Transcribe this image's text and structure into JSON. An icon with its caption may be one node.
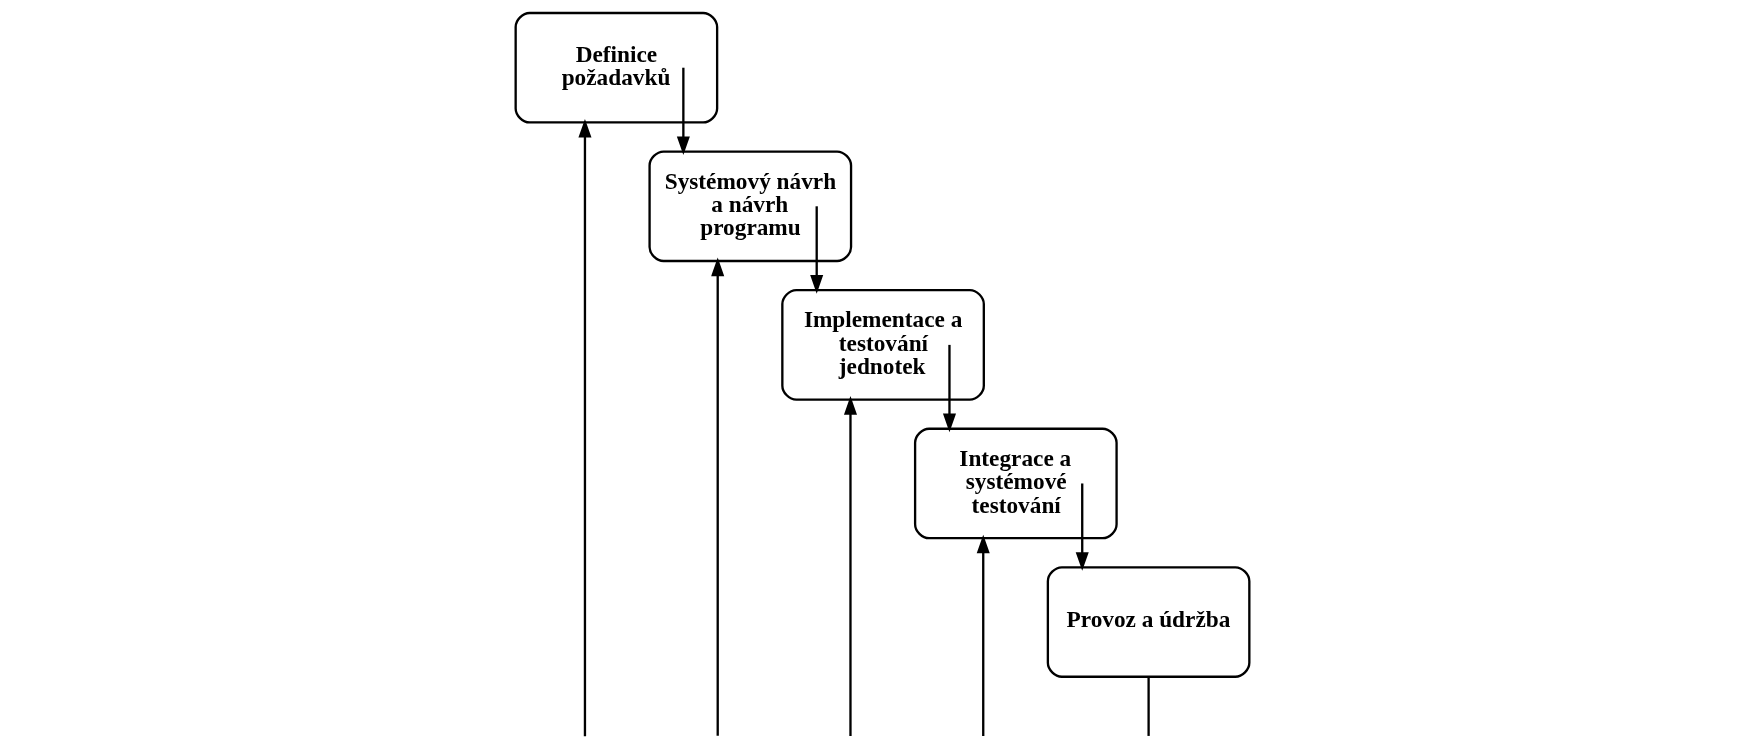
{
  "diagram": {
    "nodes": [
      {
        "text": [
          "Definice požadavků"
        ]
      },
      {
        "text": [
          "Systémový návrh a návrh programu"
        ]
      },
      {
        "text": [
          "Implementace a testování jednotek"
        ]
      },
      {
        "text": [
          "Integrace a systémové testování"
        ]
      },
      {
        "text": [
          "Provoz a údržba"
        ]
      }
    ],
    "edges": [
      {
        "from": 0,
        "to": 1,
        "arrow": "to"
      },
      {
        "from": 1,
        "to": 2,
        "arrow": "to"
      },
      {
        "from": 2,
        "to": 3,
        "arrow": "to"
      },
      {
        "from": 3,
        "to": 4,
        "arrow": "to"
      },
      {
        "from": null,
        "to": 0,
        "arrow": "to"
      },
      {
        "from": null,
        "to": 1,
        "arrow": "to"
      },
      {
        "from": null,
        "to": 2,
        "arrow": "to"
      },
      {
        "from": null,
        "to": 3,
        "arrow": "to"
      },
      {
        "from": 4,
        "to": null,
        "arrow": "none"
      }
    ]
  }
}
